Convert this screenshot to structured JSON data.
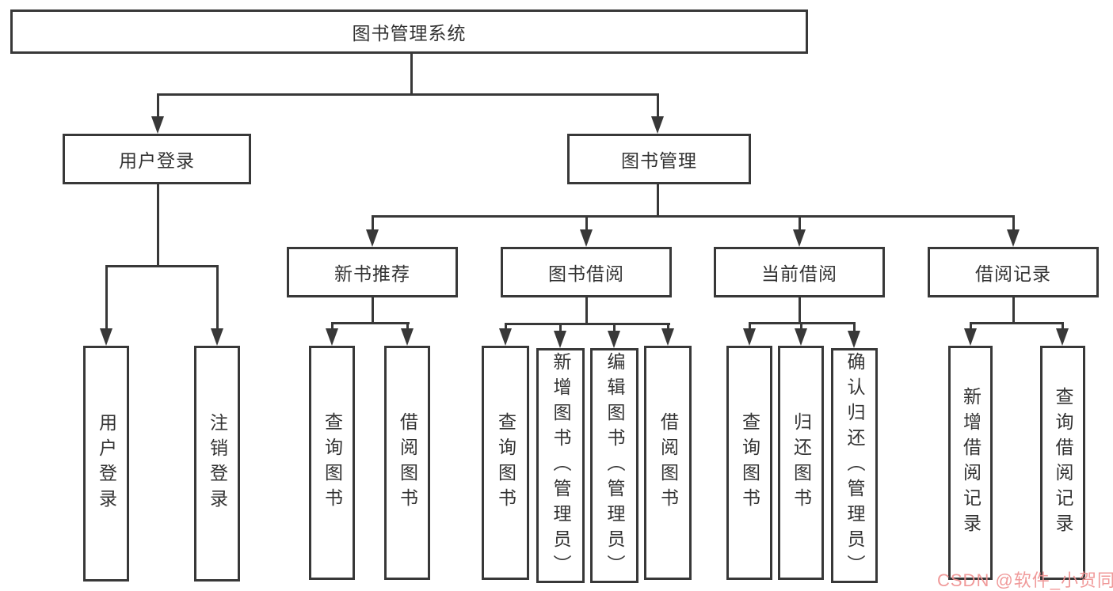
{
  "tree": {
    "root": {
      "label": "图书管理系统"
    },
    "branches": [
      {
        "label": "用户登录",
        "children": [
          {
            "label": "用户登录"
          },
          {
            "label": "注销登录"
          }
        ]
      },
      {
        "label": "图书管理",
        "children": [
          {
            "label": "新书推荐",
            "children": [
              {
                "label": "查询图书"
              },
              {
                "label": "借阅图书"
              }
            ]
          },
          {
            "label": "图书借阅",
            "children": [
              {
                "label": "查询图书"
              },
              {
                "label": "新增图书（管理员）"
              },
              {
                "label": "编辑图书（管理员）"
              },
              {
                "label": "借阅图书"
              }
            ]
          },
          {
            "label": "当前借阅",
            "children": [
              {
                "label": "查询图书"
              },
              {
                "label": "归还图书"
              },
              {
                "label": "确认归还（管理员）"
              }
            ]
          },
          {
            "label": "借阅记录",
            "children": [
              {
                "label": "新增借阅记录"
              },
              {
                "label": "查询借阅记录"
              }
            ]
          }
        ]
      }
    ]
  },
  "watermark": {
    "text": "CSDN @软件_小贺同学"
  },
  "colors": {
    "line": "#383838",
    "text": "#333333",
    "watermark": "#ef9292",
    "background": "#ffffff"
  }
}
